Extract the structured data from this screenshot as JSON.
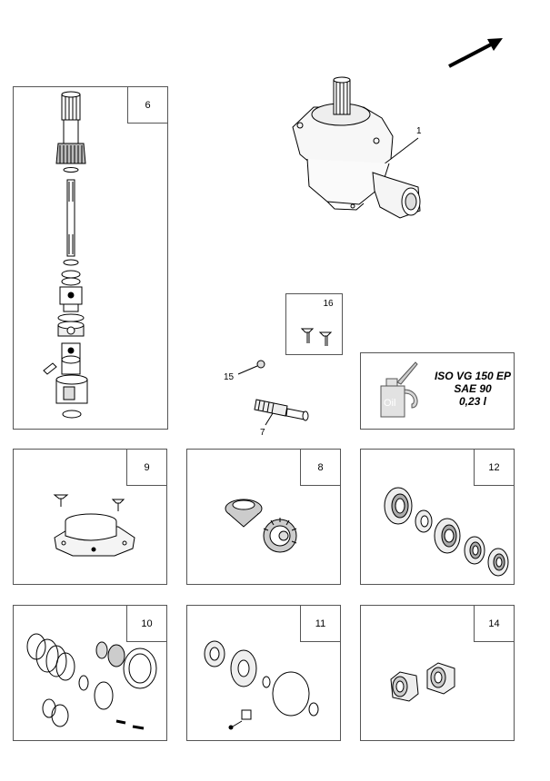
{
  "callouts": {
    "c1": "1",
    "c7": "7",
    "c15": "15"
  },
  "kits": {
    "k6": "6",
    "k16": "16",
    "k9": "9",
    "k8": "8",
    "k12": "12",
    "k10": "10",
    "k11": "11",
    "k14": "14"
  },
  "oil": {
    "spec": "ISO VG 150 EP",
    "sae": "SAE 90",
    "volume": "0,23 l",
    "can_label": "Oil"
  }
}
